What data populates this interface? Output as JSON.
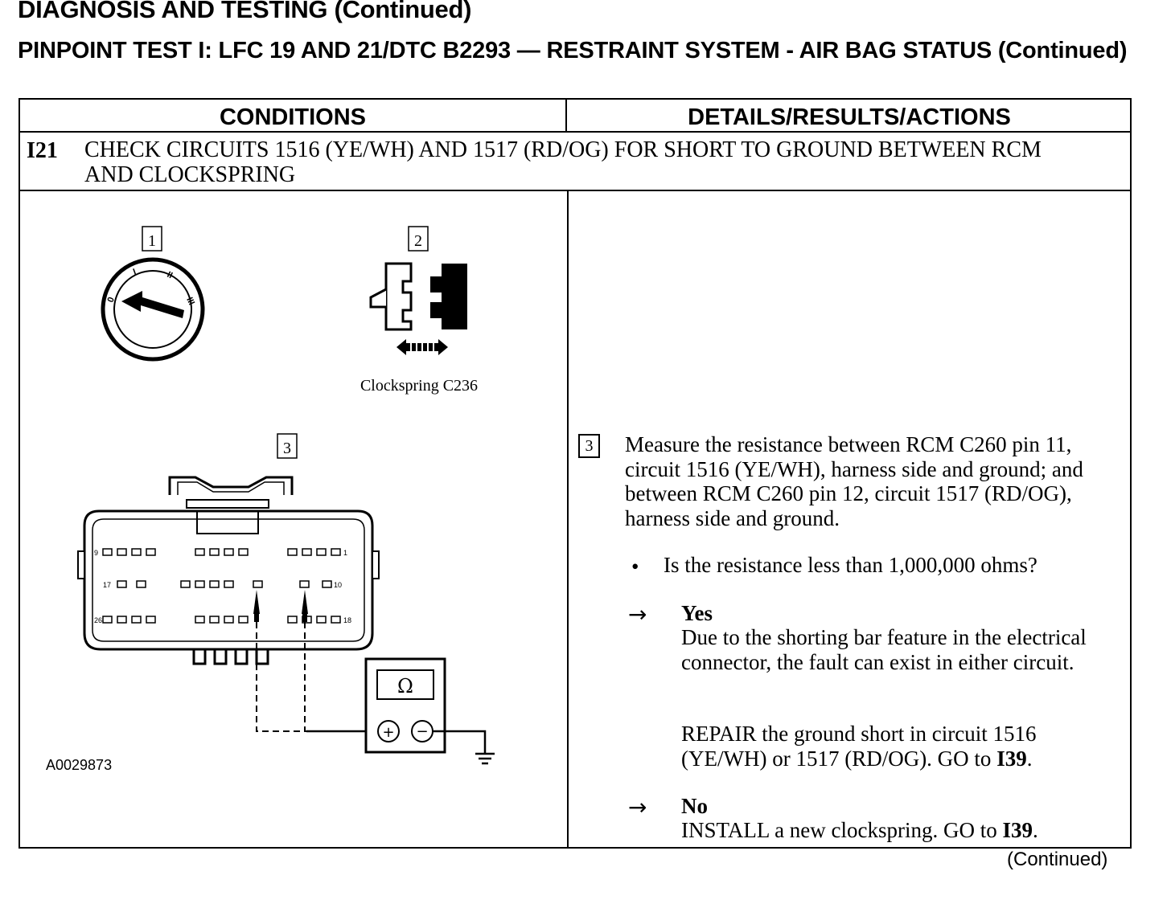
{
  "header": {
    "title": "DIAGNOSIS AND TESTING (Continued)",
    "test_title": "PINPOINT TEST I: LFC 19 AND 21/DTC B2293 — RESTRAINT SYSTEM - AIR BAG STATUS (Continued)"
  },
  "table": {
    "col_conditions": "CONDITIONS",
    "col_details": "DETAILS/RESULTS/ACTIONS",
    "step": {
      "id": "I21",
      "description": "CHECK CIRCUITS 1516 (YE/WH) AND 1517 (RD/OG) FOR SHORT TO GROUND BETWEEN RCM AND CLOCKSPRING"
    }
  },
  "diagram": {
    "callout_1": "1",
    "callout_2": "2",
    "callout_3": "3",
    "ignition_labels": [
      "0",
      "I",
      "II",
      "III"
    ],
    "connector_caption": "Clockspring C236",
    "pin_labels": [
      "9",
      "1",
      "17",
      "10",
      "26",
      "18"
    ],
    "meter_symbol": "Ω",
    "plus": "+",
    "minus": "−",
    "figure_id": "A0029873"
  },
  "details": {
    "step_number": "3",
    "measure": "Measure the resistance between RCM C260 pin 11, circuit 1516 (YE/WH), harness side and ground; and between RCM C260 pin 12, circuit 1517 (RD/OG), harness side and ground.",
    "bullet": "•",
    "question": "Is the resistance less than 1,000,000 ohms?",
    "arrow": "→",
    "yes_label": "Yes",
    "yes_text": "Due to the shorting bar feature in the electrical connector, the fault can exist in either circuit.",
    "yes_action_prefix": "REPAIR the ground short in circuit 1516 (YE/WH) or 1517 (RD/OG). GO to ",
    "yes_action_link": "I39",
    "yes_action_suffix": ".",
    "no_label": "No",
    "no_action_prefix": "INSTALL a new clockspring. GO to ",
    "no_action_link": "I39",
    "no_action_suffix": "."
  },
  "footer": {
    "continued": "(Continued)"
  }
}
